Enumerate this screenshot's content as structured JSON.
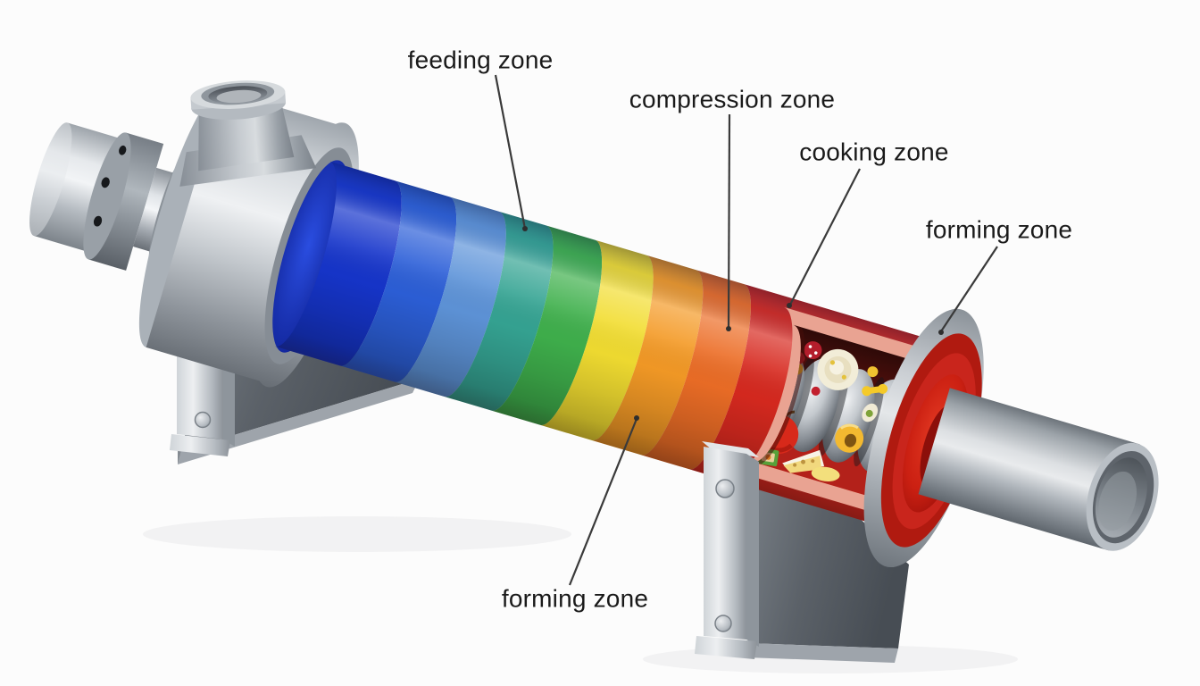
{
  "labels": {
    "feeding": "feeding zone",
    "compression": "compression zone",
    "cooking": "cooking zone",
    "forming_top": "forming zone",
    "forming_bottom": "forming zone"
  },
  "colors": {
    "background": "#fcfcfc",
    "label_text": "#1a1a1a",
    "leader_line": "#3a3a3a",
    "barrel_zone_bands": [
      "#1635cb",
      "#2c5fd8",
      "#5e94d9",
      "#35a493",
      "#3fb04c",
      "#f2dd31",
      "#f49a26",
      "#ec6d26",
      "#d7291f"
    ],
    "cutaway_rim_pink": "#e9a392",
    "die_disc_red": "#c9251c",
    "support_stand_gray": "#62686f",
    "metal_gray": "#c9ced4"
  }
}
